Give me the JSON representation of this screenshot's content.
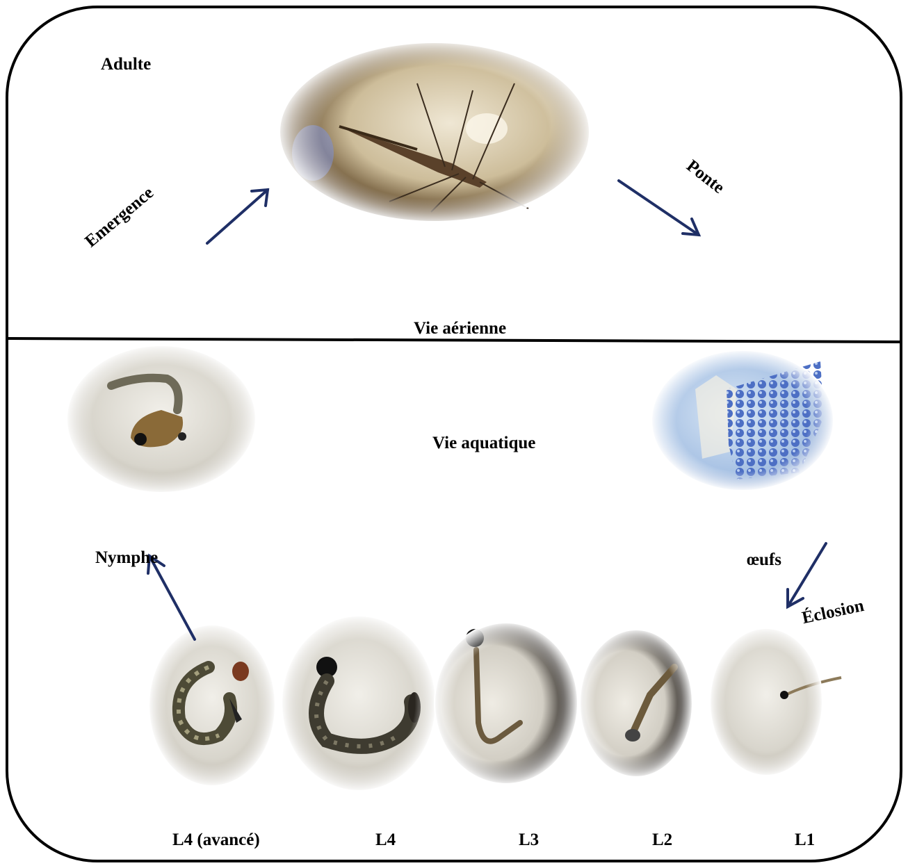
{
  "aerial": {
    "adult_label": "Adulte",
    "emergence_label": "Emergence",
    "ponte_label": "Ponte",
    "zone_label": "Vie aérienne"
  },
  "aquatic": {
    "zone_label": "Vie aquatique",
    "nymph_label": "Nymphe",
    "eggs_label": "œufs",
    "hatching_label": "Éclosion"
  },
  "larval_stages": [
    {
      "label": "L4 (avancé)"
    },
    {
      "label": "L4"
    },
    {
      "label": "L3"
    },
    {
      "label": "L2"
    },
    {
      "label": "L1"
    }
  ],
  "colors": {
    "arrow": "#1f2f66",
    "frame": "#000000",
    "egg_blue": "#5b7fd0"
  }
}
